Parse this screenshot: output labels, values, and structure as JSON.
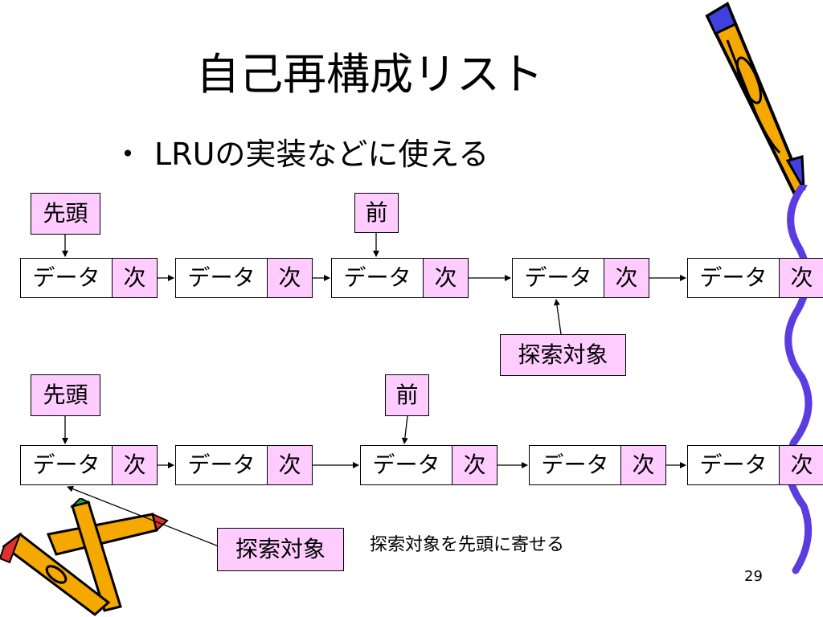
{
  "slide": {
    "title": "自己再構成リスト",
    "bullet": "LRUの実装などに使える",
    "bullet_marker": "・",
    "caption": "探索対象を先頭に寄せる",
    "page_number": "29"
  },
  "before": {
    "head_label": "先頭",
    "prev_label": "前",
    "target_label": "探索対象",
    "nodes": [
      {
        "data": "データ",
        "next": "次"
      },
      {
        "data": "データ",
        "next": "次"
      },
      {
        "data": "データ",
        "next": "次"
      },
      {
        "data": "データ",
        "next": "次"
      },
      {
        "data": "データ",
        "next": "次"
      }
    ]
  },
  "after": {
    "head_label": "先頭",
    "prev_label": "前",
    "target_label": "探索対象",
    "nodes": [
      {
        "data": "データ",
        "next": "次"
      },
      {
        "data": "データ",
        "next": "次"
      },
      {
        "data": "データ",
        "next": "次"
      },
      {
        "data": "データ",
        "next": "次"
      },
      {
        "data": "データ",
        "next": "次"
      }
    ]
  },
  "colors": {
    "label_fill": "#ffccff",
    "pencil_body": "#f5a800",
    "pencil_outline": "#000000",
    "pencil_eraser_blue": "#4040e0",
    "squiggle": "#5a3de0"
  },
  "decorations": {
    "top_right": "pencil-clipart",
    "bottom_left": "crayons-clipart",
    "right_edge": "squiggle-line"
  }
}
